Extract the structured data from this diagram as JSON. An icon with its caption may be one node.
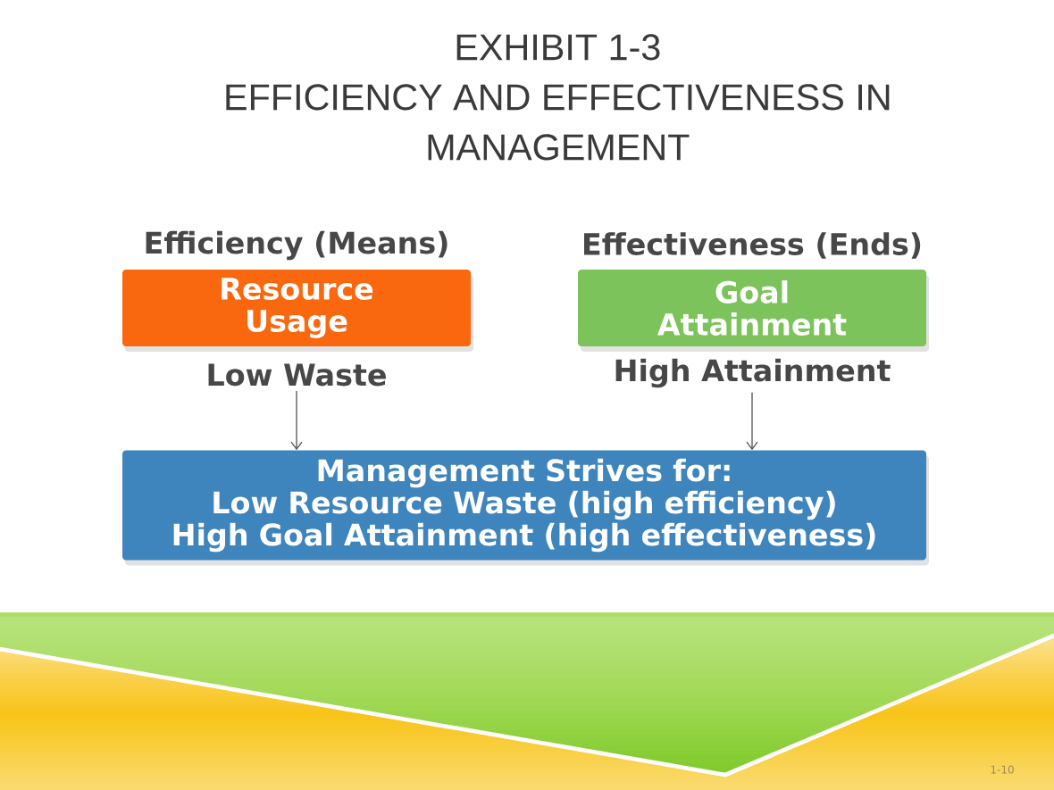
{
  "diagram": {
    "title": "EXHIBIT 1-3 EFFICIENCY AND EFFECTIVENESS IN MANAGEMENT",
    "nodes": [
      {
        "text": [
          "Efficiency (Means)",
          "Resource Usage"
        ]
      },
      {
        "text": [
          "Effectiveness (Ends)",
          "Goal Attainment"
        ]
      },
      {
        "text": [
          "Low Waste"
        ]
      },
      {
        "text": [
          "High Attainment"
        ]
      },
      {
        "text": [
          "Management Strives for:",
          "Low Resource Waste (high efficiency)",
          "High Goal Attainment (high effectiveness)"
        ]
      }
    ],
    "edges": [
      {
        "from": 2,
        "to": 4,
        "arrow": "to"
      },
      {
        "from": 3,
        "to": 4,
        "arrow": "to"
      }
    ],
    "labels": [
      "1-10"
    ]
  }
}
